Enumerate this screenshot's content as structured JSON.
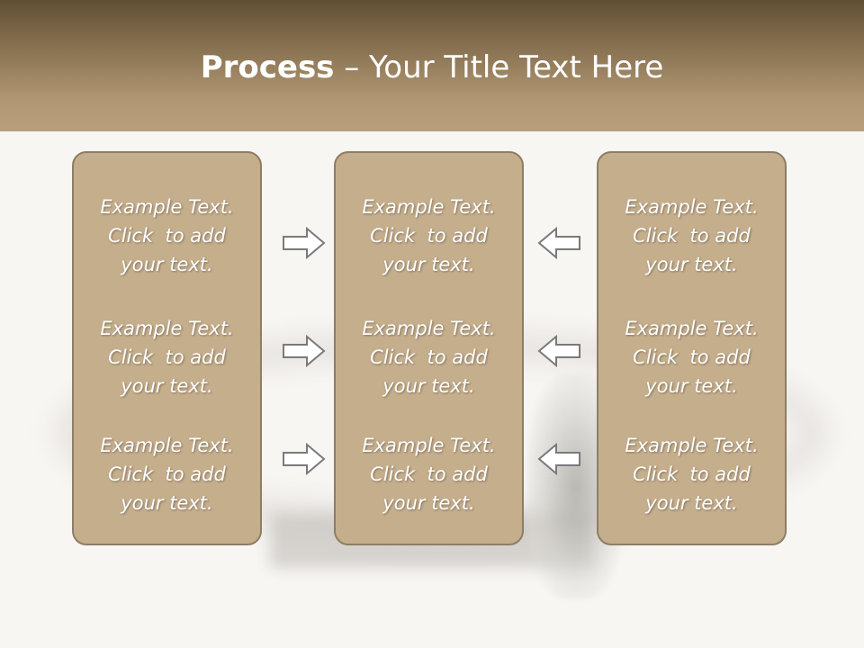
{
  "header": {
    "title_bold": "Process",
    "title_rest": " – Your Title Text Here"
  },
  "columns": [
    {
      "items": [
        {
          "line1": "Example Text.",
          "line2": "Click  to add",
          "line3": "your text."
        },
        {
          "line1": "Example Text.",
          "line2": "Click  to add",
          "line3": "your text."
        },
        {
          "line1": "Example Text.",
          "line2": "Click  to add",
          "line3": "your text."
        }
      ]
    },
    {
      "items": [
        {
          "line1": "Example Text.",
          "line2": "Click  to add",
          "line3": "your text."
        },
        {
          "line1": "Example Text.",
          "line2": "Click  to add",
          "line3": "your text."
        },
        {
          "line1": "Example Text.",
          "line2": "Click  to add",
          "line3": "your text."
        }
      ]
    },
    {
      "items": [
        {
          "line1": "Example Text.",
          "line2": "Click  to add",
          "line3": "your text."
        },
        {
          "line1": "Example Text.",
          "line2": "Click  to add",
          "line3": "your text."
        },
        {
          "line1": "Example Text.",
          "line2": "Click  to add",
          "line3": "your text."
        }
      ]
    }
  ],
  "arrows": {
    "left": [
      "arrow-right-icon",
      "arrow-right-icon",
      "arrow-right-icon"
    ],
    "right": [
      "arrow-left-icon",
      "arrow-left-icon",
      "arrow-left-icon"
    ]
  },
  "colors": {
    "header_dark": "#604f35",
    "header_light": "#b9a07c",
    "box_fill": "#c5ae8c",
    "box_border": "#8e7d66",
    "arrow_stroke": "#7a7a7a"
  }
}
